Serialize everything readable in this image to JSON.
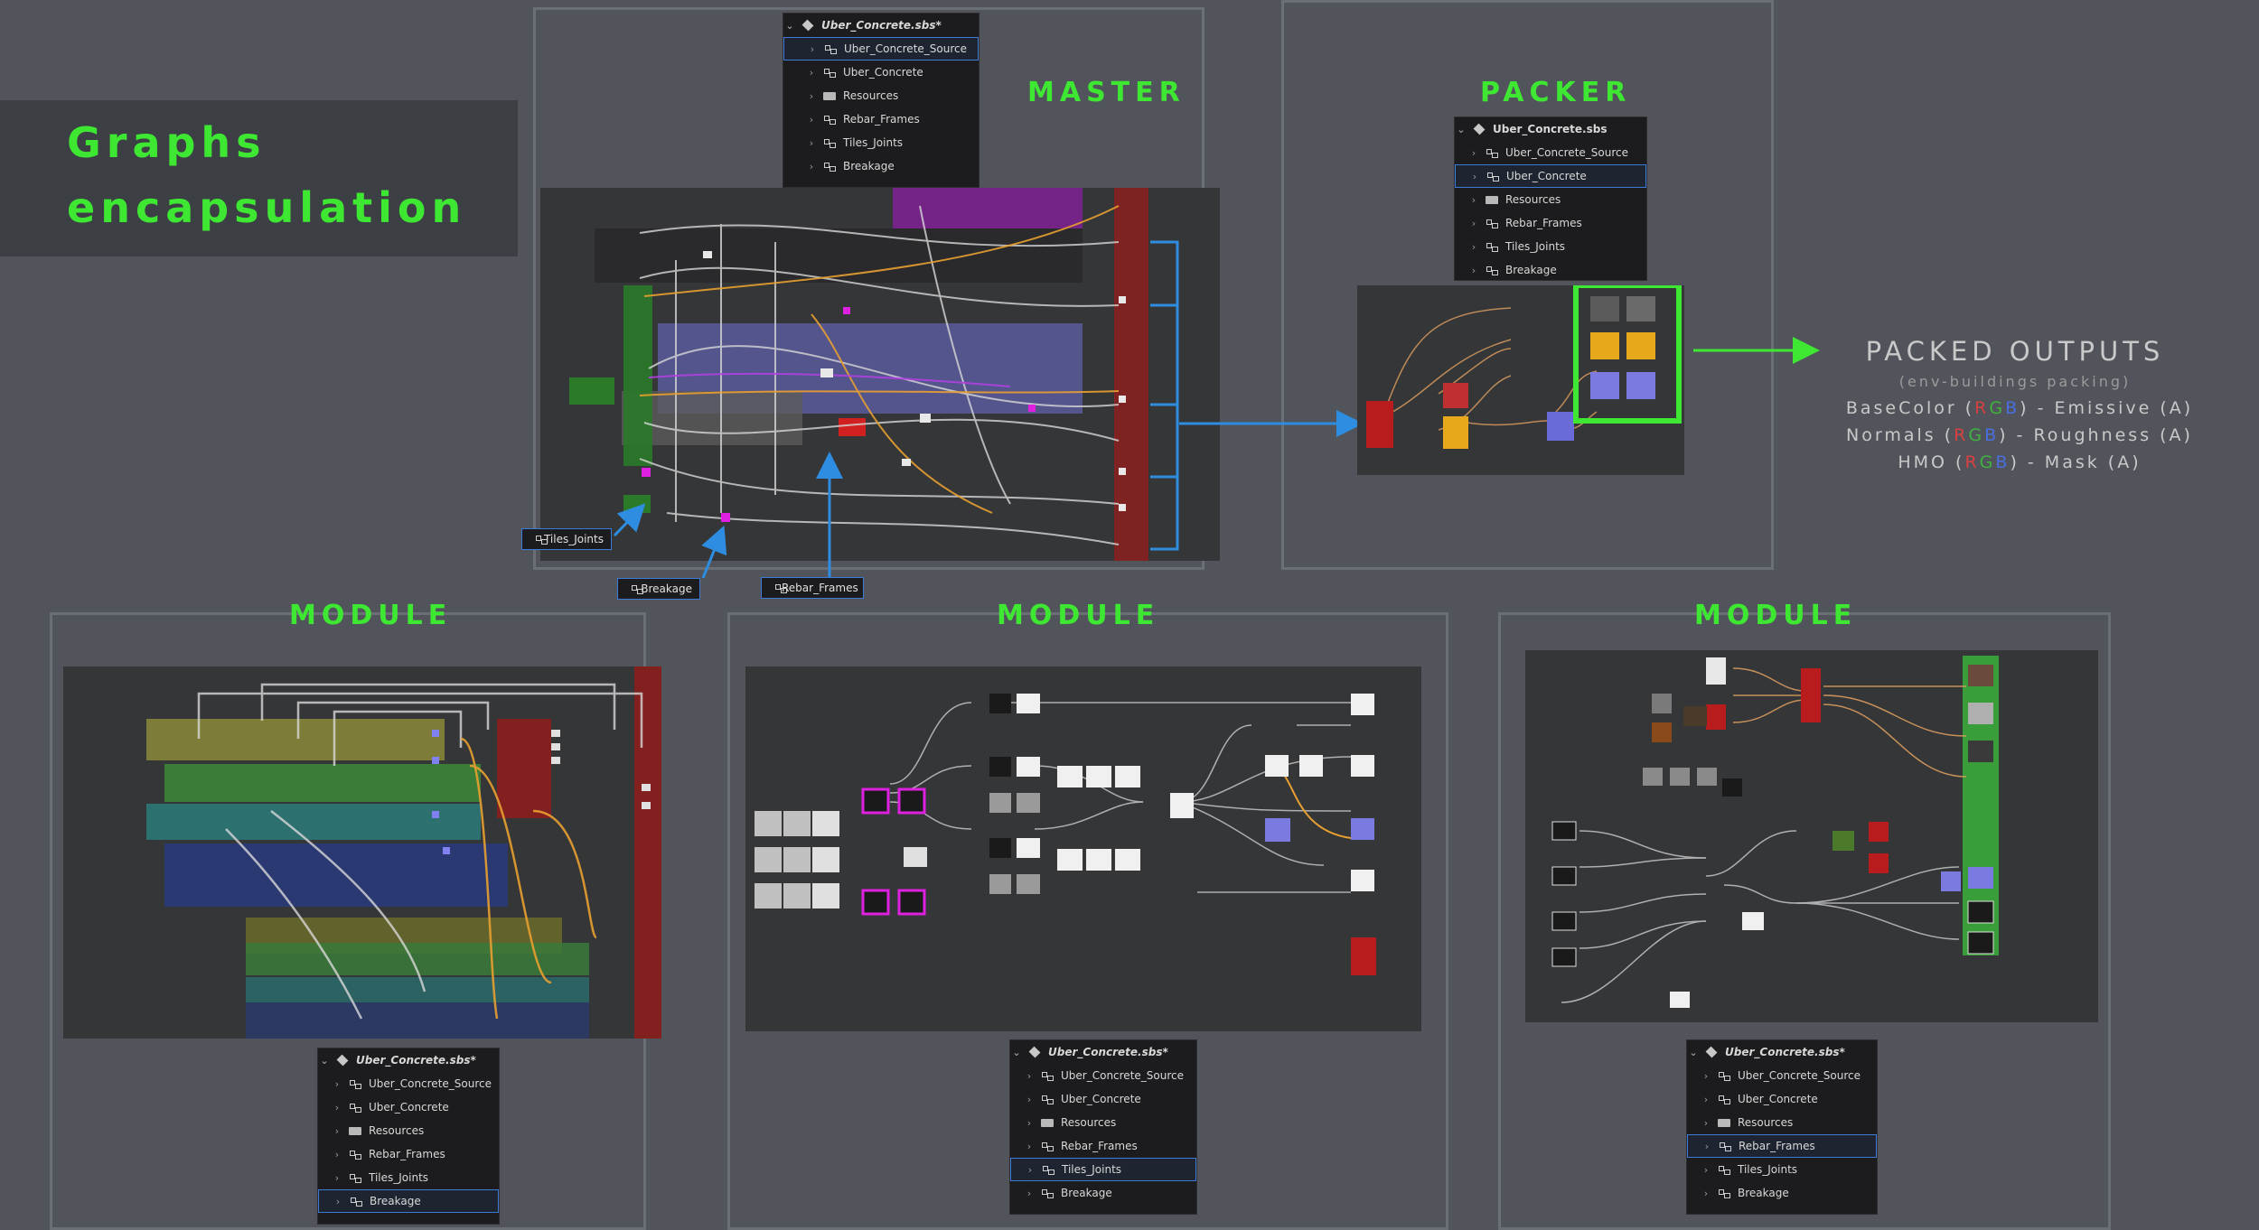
{
  "title": {
    "line1": "Graphs",
    "line2": "encapsulation"
  },
  "sections": {
    "master": "MASTER",
    "packer": "PACKER",
    "module_left": "MODULE",
    "module_mid": "MODULE",
    "module_right": "MODULE"
  },
  "explorer_items": {
    "root_modified": "Uber_Concrete.sbs*",
    "root_saved": "Uber_Concrete.sbs",
    "source": "Uber_Concrete_Source",
    "main": "Uber_Concrete",
    "resources": "Resources",
    "rebar": "Rebar_Frames",
    "tiles": "Tiles_Joints",
    "breakage": "Breakage"
  },
  "callouts": {
    "tiles": "Tiles_Joints",
    "breakage": "Breakage",
    "rebar": "Rebar_Frames"
  },
  "packed_outputs": {
    "title": "PACKED OUTPUTS",
    "subtitle": "(env-buildings packing)",
    "line1": {
      "pre": "BaseColor (",
      "r": "R",
      "g": "G",
      "b": "B",
      "post": ") - Emissive (A)"
    },
    "line2": {
      "pre": "Normals (",
      "r": "R",
      "g": "G",
      "b": "B",
      "post": ") - Roughness (A)"
    },
    "line3": {
      "pre": "HMO (",
      "r": "R",
      "g": "G",
      "b": "B",
      "post": ")  - Mask (A)"
    }
  },
  "colors": {
    "background": "#51555b",
    "heading_green": "#3ee832",
    "frame_border": "#6a6f76",
    "arrow_blue": "#2e8de0",
    "arrow_green": "#3ee832",
    "selection_blue": "#3d7bd9"
  },
  "icons": {
    "package": "package-icon",
    "graph": "graph-icon",
    "folder": "folder-icon",
    "chevron": "chevron-right-icon"
  }
}
